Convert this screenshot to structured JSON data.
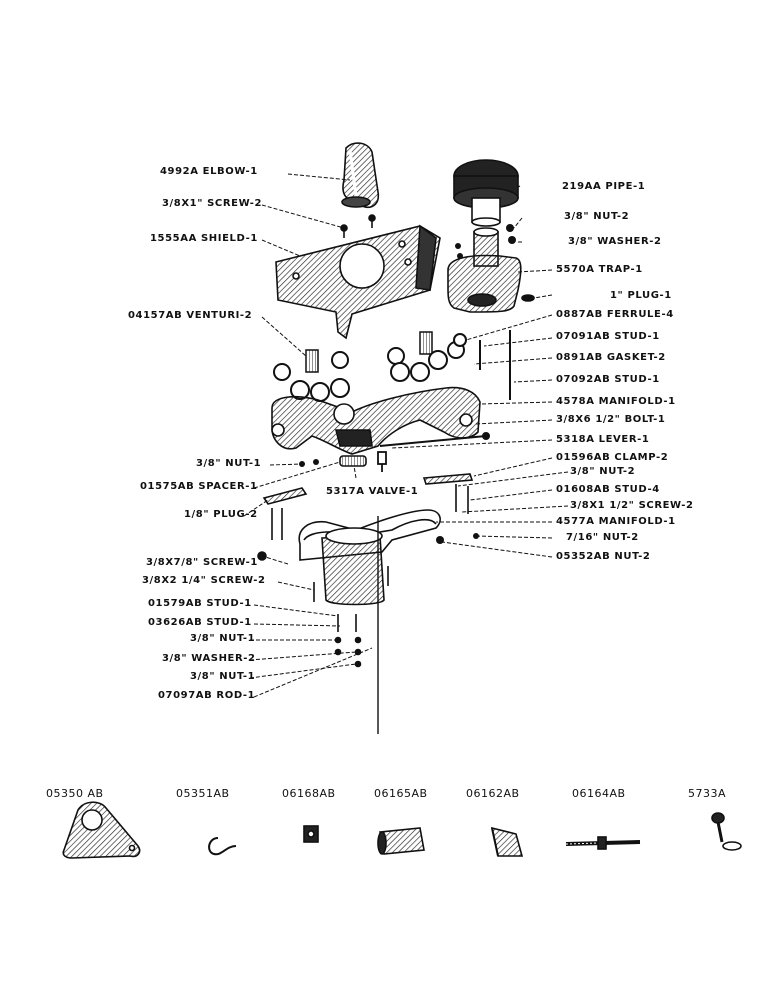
{
  "callouts_left": [
    "4992A ELBOW-1",
    "3/8X1\" SCREW-2",
    "1555AA SHIELD-1",
    "04157AB VENTURI-2",
    "3/8\" NUT-1",
    "01575AB SPACER-1",
    "1/8\" PLUG-2",
    "3/8X7/8\" SCREW-1",
    "3/8X2 1/4\" SCREW-2",
    "01579AB STUD-1",
    "03626AB STUD-1",
    "3/8\" NUT-1",
    "3/8\" WASHER-2",
    "3/8\" NUT-1",
    "07097AB ROD-1"
  ],
  "callouts_right": [
    "219AA PIPE-1",
    "3/8\" NUT-2",
    "3/8\" WASHER-2",
    "5570A TRAP-1",
    "1\" PLUG-1",
    "0887AB FERRULE-4",
    "07091AB STUD-1",
    "0891AB GASKET-2",
    "07092AB STUD-1",
    "4578A MANIFOLD-1",
    "3/8X6 1/2\" BOLT-1",
    "5318A LEVER-1",
    "01596AB CLAMP-2",
    "3/8\" NUT-2",
    "01608AB STUD-4",
    "3/8X1 1/2\" SCREW-2",
    "4577A MANIFOLD-1",
    "7/16\" NUT-2",
    "05352AB NUT-2"
  ],
  "callout_center": "5317A VALVE-1",
  "parts_row": [
    "05350 AB",
    "05351AB",
    "06168AB",
    "06165AB",
    "06162AB",
    "06164AB",
    "5733A"
  ]
}
